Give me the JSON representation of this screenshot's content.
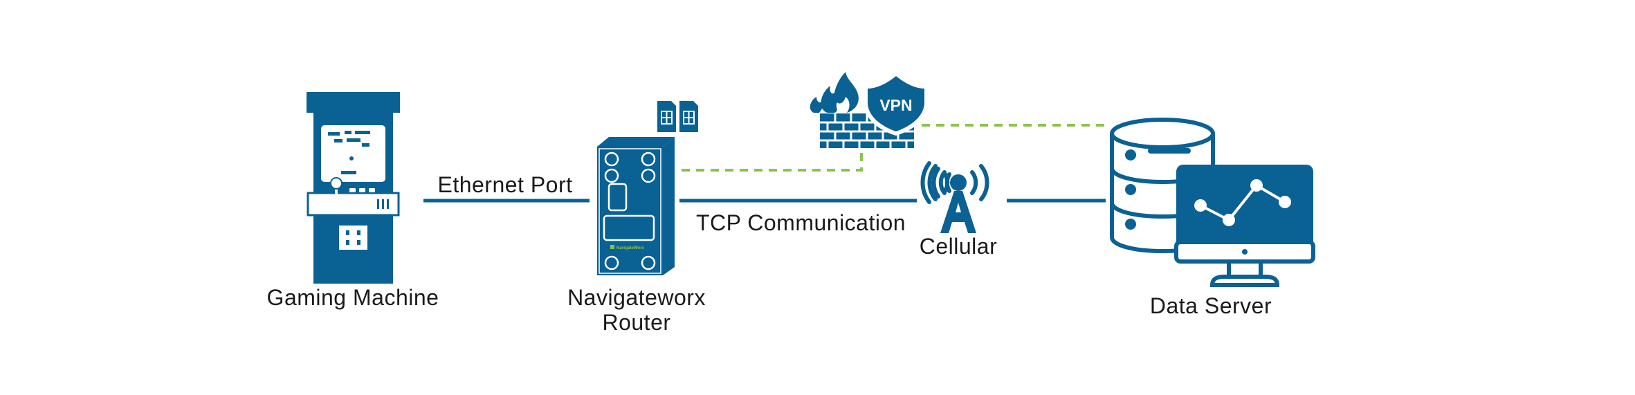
{
  "colors": {
    "primary": "#0a6194",
    "dashed": "#8cc34b",
    "router_logo": "#8cc34b",
    "background": "#ffffff"
  },
  "nodes": {
    "gaming_machine": {
      "label": "Gaming Machine",
      "icon": "arcade-cabinet-icon"
    },
    "router": {
      "label_line1": "Navigateworx",
      "label_line2": "Router",
      "logo_text": "NavigateWorx",
      "icon": "industrial-router-icon"
    },
    "sim_cards": {
      "icon": "sim-card-icon"
    },
    "firewall": {
      "icon": "firewall-icon"
    },
    "vpn": {
      "badge": "VPN",
      "icon": "vpn-shield-icon"
    },
    "cellular": {
      "label": "Cellular",
      "icon": "cell-tower-icon"
    },
    "data_server": {
      "label": "Data Server",
      "icon": "database-monitor-icon"
    }
  },
  "links": {
    "ethernet": {
      "label": "Ethernet Port"
    },
    "tcp": {
      "label": "TCP Communication"
    }
  }
}
